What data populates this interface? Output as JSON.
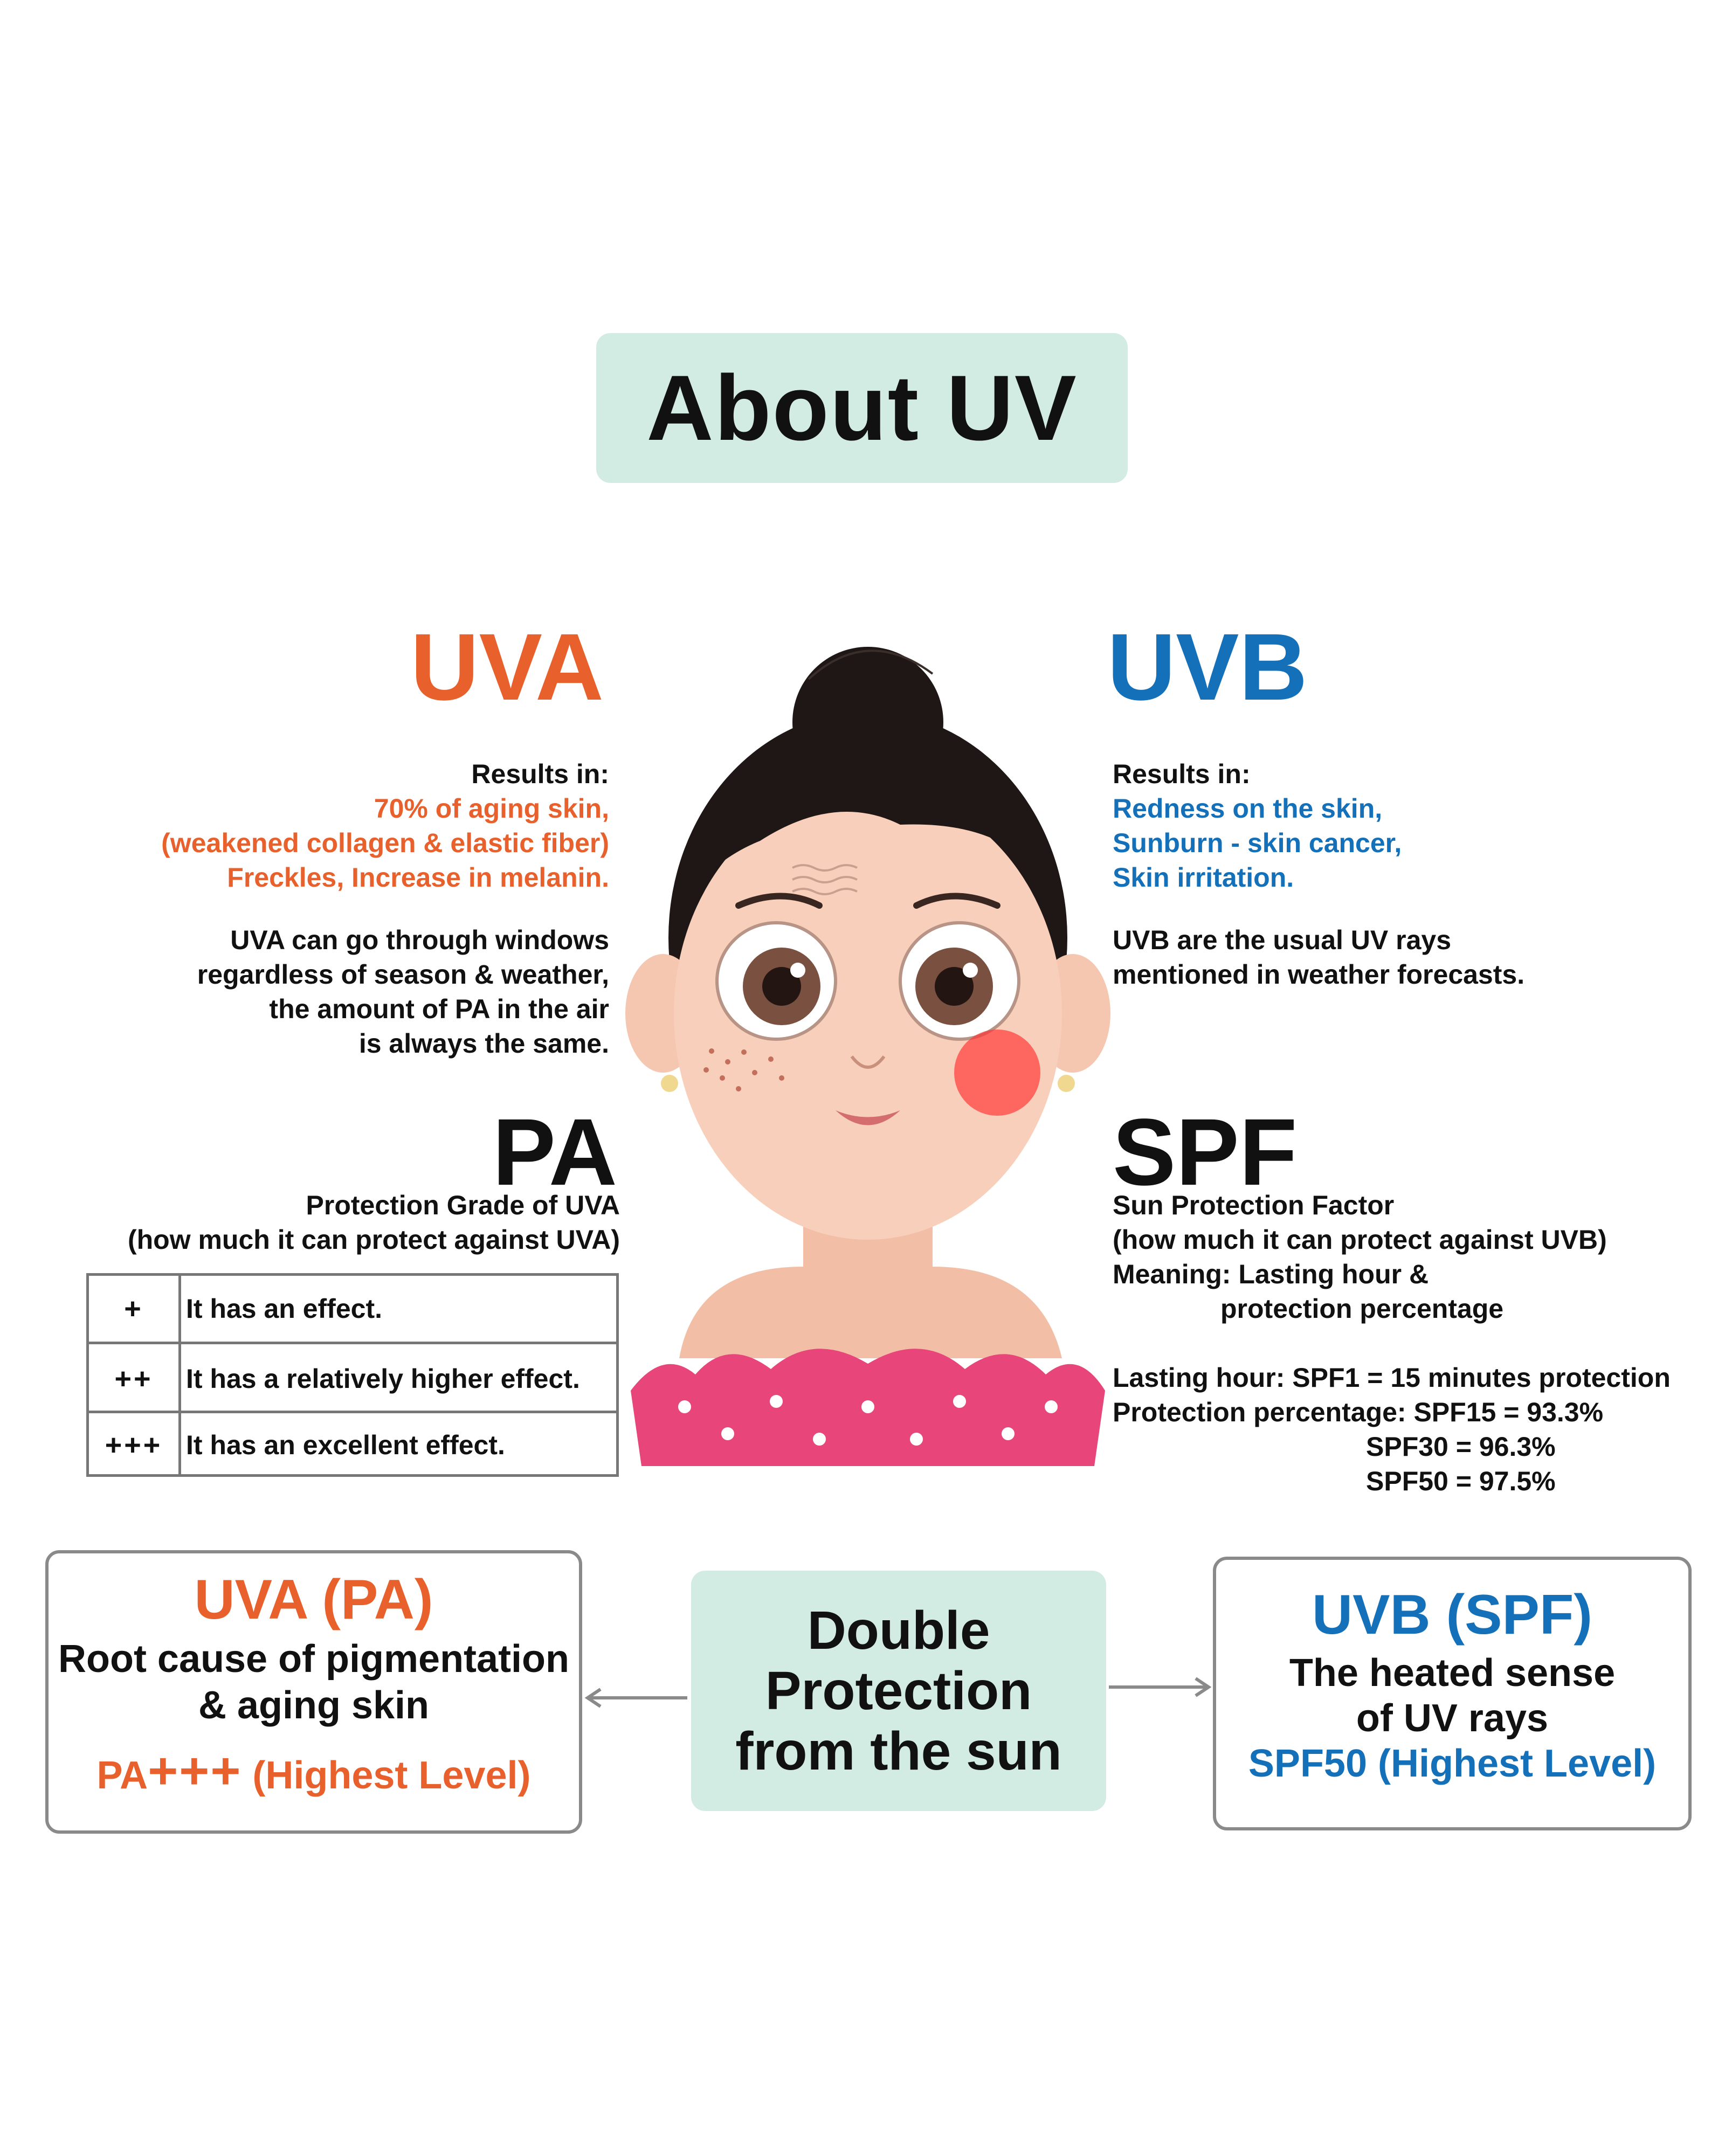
{
  "title": "About UV",
  "colors": {
    "uva": "#e8602c",
    "uvb": "#1470b8",
    "panel": "#d3ece3",
    "border": "#8a8a8a"
  },
  "uva": {
    "heading": "UVA",
    "results_label": "Results in:",
    "results": [
      "70% of aging skin,",
      "(weakened collagen & elastic fiber)",
      "Freckles, Increase in melanin."
    ],
    "desc": [
      "UVA can go through windows",
      "regardless of season & weather,",
      "the amount of PA in the air",
      "is always the same."
    ]
  },
  "uvb": {
    "heading": "UVB",
    "results_label": "Results in:",
    "results": [
      "Redness on the skin,",
      "Sunburn - skin cancer,",
      "Skin irritation."
    ],
    "desc": [
      "UVB are the usual UV rays",
      "mentioned in weather forecasts."
    ]
  },
  "pa": {
    "heading": "PA",
    "subtitle": "Protection Grade of UVA",
    "subtitle2": "(how much it can protect against UVA)",
    "table": [
      {
        "symbol": "+",
        "text": "It has an effect."
      },
      {
        "symbol": "++",
        "text": "It has a relatively higher effect."
      },
      {
        "symbol": "+++",
        "text": "It has an excellent effect."
      }
    ]
  },
  "spf": {
    "heading": "SPF",
    "subtitle": "Sun Protection Factor",
    "subtitle2": "(how much it can protect against UVB)",
    "meaning1": "Meaning: Lasting hour &",
    "meaning2": "protection percentage",
    "lasting": "Lasting hour: SPF1 = 15 minutes protection",
    "percent1": "Protection percentage: SPF15 = 93.3%",
    "percent2": "SPF30 = 96.3%",
    "percent3": "SPF50 = 97.5%"
  },
  "bottom": {
    "uva_box": {
      "title": "UVA (PA)",
      "line1": "Root cause of pigmentation",
      "line2": "& aging skin",
      "level_prefix": "PA",
      "level_plus": "+++",
      "level_suffix": " (Highest Level)"
    },
    "center": [
      "Double",
      "Protection",
      "from the sun"
    ],
    "uvb_box": {
      "title": "UVB (SPF)",
      "line1": "The heated sense",
      "line2": "of UV rays",
      "level": "SPF50 (Highest Level)"
    }
  },
  "icons": {
    "left_arrow": "arrow-left-icon",
    "right_arrow": "arrow-right-icon",
    "illustration": "girl-face-illustration"
  }
}
